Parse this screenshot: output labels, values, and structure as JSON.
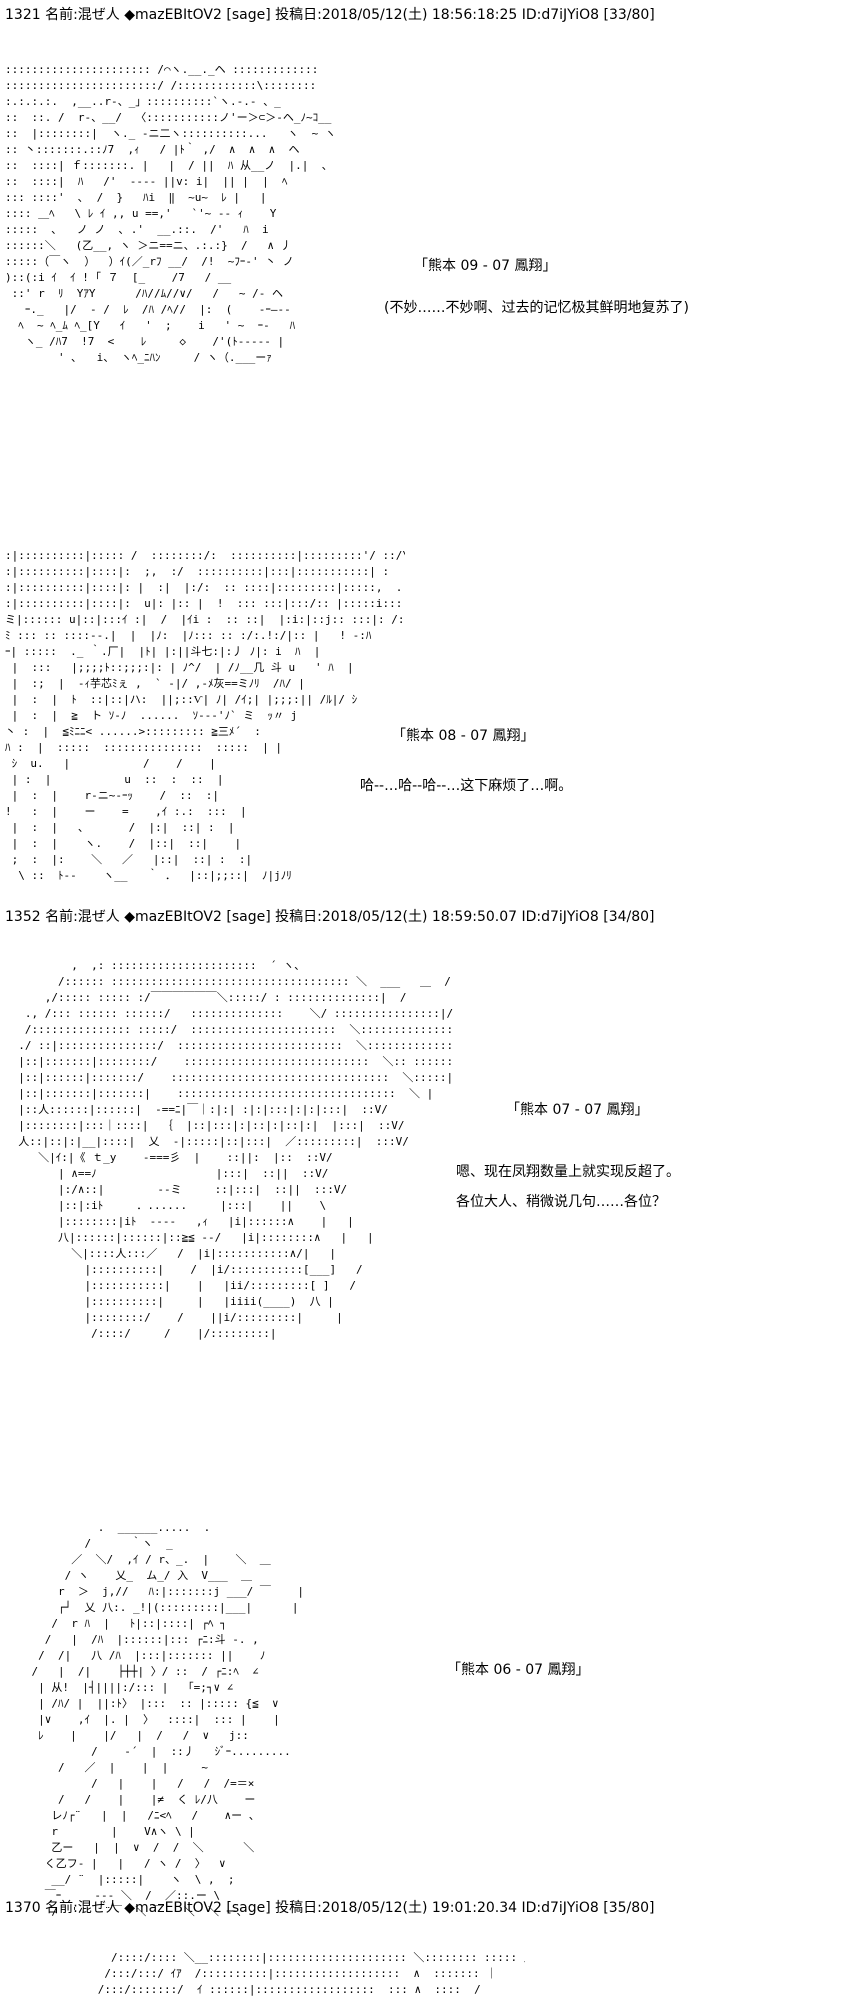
{
  "posts": [
    {
      "header": "1321 名前:混ぜ人 ◆mazEBItOV2 [sage] 投稿日:2018/05/12(土) 18:56:18:25 ID:d7iJYiO8 [33/80]",
      "panels": [
        {
          "aa": ":::::::::::::::::::::: /⌒ヽ.__._ヘ :::::::::::::\n:::::::::::::::::::::::/ /::::::::::::\\::::::::\n:.:.:.:.  ,__..r‐、_」::::::::::`ヽ.-.- 、_\n::  ::. /  r‐、__/  〈:::::::::::ノ'ー＞⊂＞‐ヘ_ﾉ~ｺ__\n::  |::::::::|  ヽ._ ‐ニ二ヽ::::::::::...   ヽ  ~ ヽ\n:: 丶:::::::.::ﾉ7  ,ｨ   / |ﾄ｀ ,/  ∧  ∧  ∧  ヘ\n::  ::::| ｆ:::::::. |   |  / ||  ﾊ 从__ノ  |.|  、\n::  ::::|  ﾊ   /'  ‐‐‐- ||v: i|  || |  |  ﾍ\n::: ::::'  ､  /  }   ﾊi  ‖  ~u~  ﾚ |   |\n:::: ＿ﾍ   \\ ﾚ ｲ ,, u ==,'   `'~ -- ｨ    Y\n:::::  ､   ノ ノ  ､ .'  __.::.  /'   ﾊ  i\n::::::＼   (乙__, ヽ ＞ニ==ニ、.:.:}  /   ∧ 丿\n:::::（￣ヽ  ）  ）ｲ(／_rﾌ __/  /!  ~ﾌｰ‐' 丶 ノ\n)::(:i ｲ  ｲ ! ｢ ７  [_    /7   / __\n ::' r  ﾘ  YｱY      /ﾊ//ﾑ//∨/   /   ~ /‐ ヘ\n   ｰ._   |/  ‐ /  ﾚ  /ﾊ /ﾍ//  |:  (    ‐ｰ―‐‐\n  ﾍ  ~ ﾍ_ﾑ ﾍ_[Y   ｲ   '  ;    i   ' ~  ｰ‐   ﾊ\n   ヽ_ /ﾊ7  !7  <    ﾚ     ◇    /'(ﾄ--‐-‐ |\n        ' ､   i、 ヽﾍ_ﾆﾊﾝ     / ヽ（.___ーｧ",
          "caption": [
            "「熊本 09 - 07 鳳翔」",
            "(不妙……不妙啊、过去的记忆极其鲜明地复苏了)"
          ]
        },
        {
          "aa": ":|::::::::::|::::: /  ::::::::/:  ::::::::::|:::::::::'/ ::/\\\n:|::::::::::|::::|:  ;,  :/  ::::::::::|:::|:::::::::::| :  '\n:|::::::::::|::::|: |  :|  |:/:  :: ::::|:::::::::|:::::,  ..\n:|::::::::::|::::|:  u|: |:: |  !  ::: :::|:::/:: |:::::i::::::i\nミ|:::::: u|::|:::ｲ :|  /  |ｲi :  :: ::|  |:i:|::j:: :::|: /: |\nﾐ ::: :: ::::‐-.|  |  |ﾉ:  |ﾉ::: :: :/:.!:/|:: |   ! ‐:ﾊ\nｰ| :::::  ._ ｀.厂|  |ﾄ| |:||斗七:|:丿 ﾉ|: i  ﾊ  |\n |  :::   |;;;;ﾄ::;;;:|: | ﾉ^/  | /ﾉ__几 斗 u   ' ﾊ  |\n |  :;  |  -ｨ芋芯ﾐぇ ,  ` ‐|/ ,‐ﾒ灰==ミﾉﾘ  /ﾊ/ |\n |  :  |  ﾄ  ::|::|ハ:  ||;::Ѵ| ﾉ| /ｲ;| |;;;:|| /ﾙ|/ ｼ\n |  :  |  ≧  ト ｿ‐ﾉ  ......  ｿ‐-‐'ﾉ` ミ  ｯ〃 j\n丶 :  |  ≦ﾐﾆﾆ< ......>::::::::: ≧三ﾒ´  :\nﾊ :  |  :::::  :::::::::::::::  :::::  | |\n ｼ  u.   |           /    /    |\n | :  |           u  ::  :  ::  |\n |  :  |    r‐ニ~‐ｰｯ    /  ::  :|\n!   :  |    ー    =    ,ｲ :.:  :::  |\n |  :  |   、      /  |:|  ::| :  |\n |  :  |    ヽ.    /  |::|  ::|    |\n ;  :  |:    ＼   ／   |::|  ::| :  :|\n  \\ ::  ﾄ--    ヽ__   ｀ ．  |::|;;::|  ﾉ|jﾉﾘ",
          "caption": [
            "「熊本 08 - 07 鳳翔」",
            "哈--…哈--哈--…这下麻烦了…啊。"
          ]
        }
      ]
    },
    {
      "header": "1352 名前:混ぜ人 ◆mazEBItOV2 [sage] 投稿日:2018/05/12(土) 18:59:50.07 ID:d7iJYiO8 [34/80]",
      "panels": [
        {
          "aa": "          ,  ,: ::::::::::::::::::::::  ´ ヽ、\n        /:::::: :::::::::::::::::::::::::::::::::::: ＼  ___   ＿  /\n      ,/::::: ::::: :/￣￣￣￣￣￣＼:::::/ : ::::::::::::::|  /\n   ., /::: :::::: ::::::/   ::::::::::::::    ＼/ ::::::::::::::::|/\n   /::::::::::::::: :::::/  ::::::::::::::::::::::  ＼::::::::::::::::::::|\n  ./ ::|:::::::::::::::/  :::::::::::::::::::::::::  ＼::::::::::::::::::::|\n  |::|:::::::|::::::::/    ::::::::::::::::::::::::::::  ＼:: :::::::|\n  |::|::::::|:::::::/    :::::::::::::::::::::::::::::::::  ＼:::::|\n  |::|:::::::|:::::::|    :::::::::::::::::::::::::::::::::  ＼ |\n  |::人::::::|::::::|  ‐==ﾆ|￣｜:|:| :|:|:::|:|:|:::|  ::V/\n  |::::::::|:::｜::::|  ｛  |::|:::|:|::|:|::|:|  |:::|  ::V/\n  人::|::|:|__|::::|  乂  ‐|:::::|::|:::|  ／:::::::::|  :::V/\n     ＼|ｲ:|《 ｔ_y    -===彡  |    ::||:  |::  ::V/\n        | ∧==ﾉ                  |:::|  ::||  ::V/\n        |:/∧::|        ‐-ミ     ::|:::|  ::||  :::V/\n        |::|:iﾄ     ．......     |:::|    ||    \\\n        |::::::::|iﾄ  ‐-‐-   ,ｨ   |i|::::::∧    |   |\n        八|::::::|::::::|::≧≦ ‐‐/   |i|::::::::∧   |   |\n          ＼|::::人:::／   /  |i|:::::::::::∧/|   |\n            |::::::::::|    /  |i/:::::::::::[___]   /\n            |:::::::::::|    |   |ii/:::::::::[ ]   /\n            |::::::::::|     |   |iiii(____)  八 |\n            |::::::::/    /    ||i/:::::::::|     |\n             /::::/     /    |/:::::::::|",
          "caption": [
            "「熊本 07 - 07 鳳翔」",
            "嗯、现在凤翔数量上就实现反超了。",
            "各位大人、稍微说几句……各位？"
          ]
        },
        {
          "aa": "              .  ______.....  .\n            /      ｀ヽ  _\n          ／  ＼/  ,ｲ / r、_.  |    ＼  ＿\n         / ヽ    乂_  ム_/ 入  V___  ＿\n        r  ＞  j,//   ﾊ:|:::::::j ___/ ￣    |\n        ┌┘  乂 八:. _!|(:::::::::|___|      |\n       /  r ﾊ  |   ﾄ|::|::::| ┌ﾍ ┐\n      /   |  /ﾊ  |::::::|::: ┌ﾆ:斗 ‐. ,\n     /  /|   八 /ﾊ  |:::|::::::: ||    ﾉ\n    /   |  /|    ├┼┼| 〉/ ::  / ┌ﾆ:ﾍ  ∠\n     | 从!  |┤||||:/::: |   ｢=;┐∨ ∠\n     | /ﾊ/ |  ||:ﾄ〉 |:::  :: |::::: {≦  ∨\n     |∨    ,ｲ  |. |  〉  ::::|  ::: |    |\n     ﾚ    |    |/   |  /   /  ∨   j::\n             /    ‐´  |  ::丿   ｼﾞｰ.........\n        /   ／  |    |  |     ~\n             /   |    |   /   /  /=＝×\n        /   /    |    |≠  く ﾚ/八    ー\n       レﾉ┌¨   |  |   /ﾆ<ﾍ   /    ∧ー 、\n       r        |    V∧ヽ \\ |\n       乙ー   |  |  ∨  /  /  ＼      ＼\n      く乙フ‐ |   |   / ヽ /  〉  ∨\n       __/ ¨  |:::::|    ヽ  \\ ,  ;\n      ￣ｰ     ‐‐‐ ＼  /  ／::.ー \\\n       /  '    ¨￣  ＼ ￣   ＼  ＼ ー、",
          "caption": [
            "「熊本 06 - 07 鳳翔」"
          ]
        }
      ]
    },
    {
      "header": "1370 名前:混ぜ人 ◆mazEBItOV2 [sage] 投稿日:2018/05/12(土) 19:01:20.34 ID:d7iJYiO8 [35/80]",
      "panels": [
        {
          "aa": "                /::::/:::: ＼__::::::::|::::::::::::::::::::: ＼:::::::: ::::: ／\n               /:::/:::/ ｲｱ  /::::::::::|:::::::::::::::::::  ∧  ::::::: ｜\n              /:::/:::::::/  ｲ ::::::|::::::::::::::::::  ::: ∧  ::::  /",
          "caption": []
        }
      ]
    }
  ]
}
